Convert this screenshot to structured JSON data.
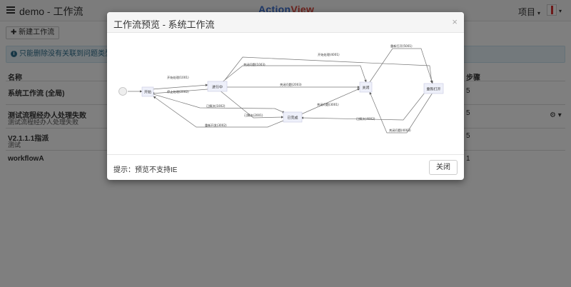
{
  "topbar": {
    "title": "demo - 工作流",
    "brand_main": "Action",
    "brand_accent": "View",
    "project_menu": "项目",
    "menu_caret": "▾"
  },
  "toolbar": {
    "new_label": "✚ 新建工作流"
  },
  "alert": {
    "icon": "i",
    "text": "只能删除没有关联到问题类型的工作流"
  },
  "table": {
    "headers": {
      "name": "名称",
      "steps": "步骤"
    },
    "rows": [
      {
        "name": "系统工作流 (全局)",
        "desc": "",
        "steps": "5"
      },
      {
        "name": "测试流程经办人处理失败",
        "desc": "测试流程经办人处理失败",
        "steps": "5"
      },
      {
        "name": "V2.1.1.1指派",
        "desc": "测试",
        "steps": "5"
      },
      {
        "name": "workflowA",
        "desc": "",
        "steps": "1"
      }
    ],
    "row_action_icon": "⚙ ▾"
  },
  "modal": {
    "title": "工作流预览 - 系统工作流",
    "close_icon": "×",
    "tip": "提示：预览不支持IE",
    "close_label": "关闭"
  },
  "diagram": {
    "nodes": {
      "start": "开始",
      "in_progress": "进行中",
      "done": "已完成",
      "closed": "关闭",
      "reopened": "重新打开"
    },
    "edges": {
      "start_to_progress": "开始处理(1001)",
      "stop": "停止处理(2002)",
      "close_1003": "关闭问题(1003)",
      "start_4001": "开始处理(4001)",
      "reopen_5001": "重新打开(5001)",
      "close_2003": "关闭问题(2003)",
      "resolved_1002": "已解决(1002)",
      "resolved_2001": "已解决(2001)",
      "reopen_3002": "重新开发(3002)",
      "close_3001": "关闭问题(3001)",
      "resolved_4002": "已解决(4002)",
      "close_4003": "关闭问题(4003)"
    }
  }
}
